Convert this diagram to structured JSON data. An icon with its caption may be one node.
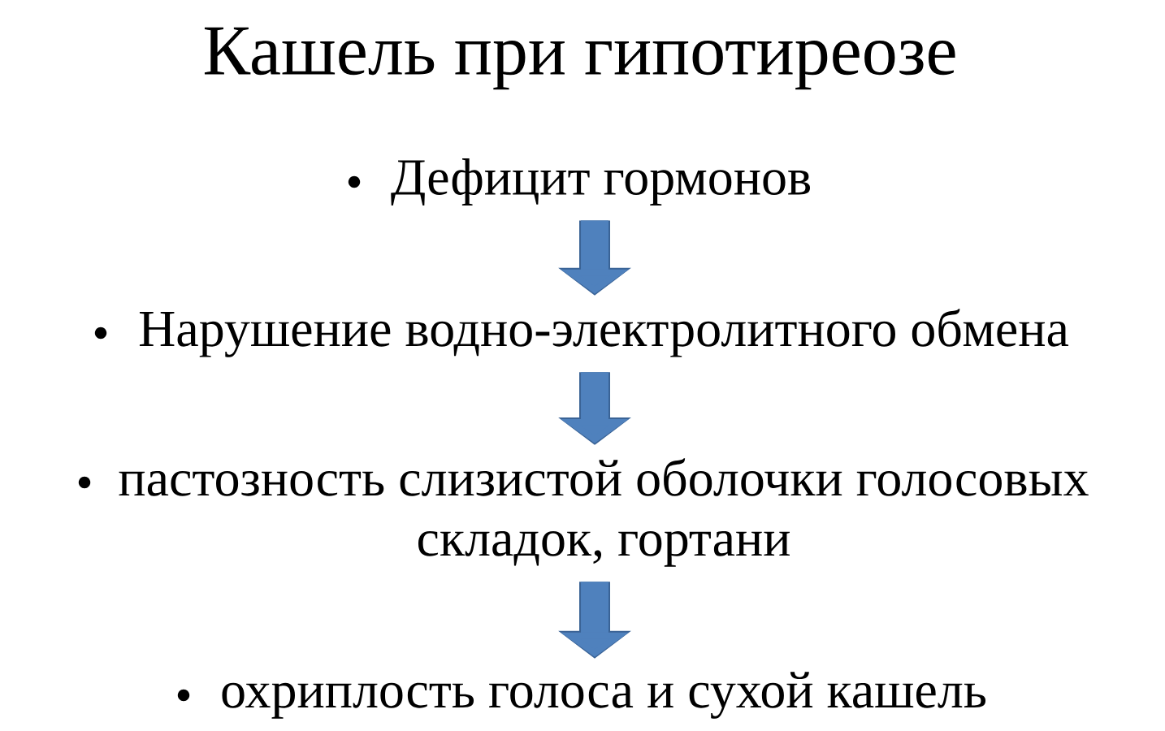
{
  "diagram": {
    "title": "Кашель при гипотиреозе",
    "nodes": [
      {
        "text": [
          "Дефицит гормонов"
        ]
      },
      {
        "text": [
          "Нарушение водно-электролитного обмена"
        ]
      },
      {
        "text": [
          "пастозность слизистой оболочки голосовых складок, гортани"
        ]
      },
      {
        "text": [
          "охриплость голоса и сухой кашель"
        ]
      }
    ],
    "edges": [
      {
        "from": 0,
        "to": 1,
        "arrow": "to"
      },
      {
        "from": 1,
        "to": 2,
        "arrow": "to"
      },
      {
        "from": 2,
        "to": 3,
        "arrow": "to"
      }
    ]
  }
}
